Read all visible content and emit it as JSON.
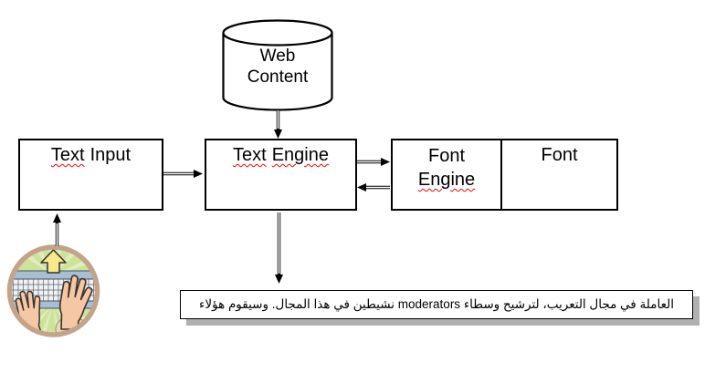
{
  "nodes": {
    "web_content": {
      "line1": "Web",
      "line2": "Content"
    },
    "text_input": {
      "word1": "Text",
      "word2": "Input"
    },
    "text_engine": {
      "word1": "Text",
      "word2": "Engine"
    },
    "font_engine": {
      "line1": "Font",
      "line2": "Engine"
    },
    "font": {
      "label": "Font"
    }
  },
  "output_box": {
    "text": "العاملة في مجال التعريب، لترشيح وسطاء moderators نشيطين في هذا المجال. وسيقوم هؤلاء"
  },
  "icons": {
    "input_device": "hands-typing-on-keyboard-clipart"
  },
  "colors": {
    "box_border": "#000000",
    "spellcheck_underline": "#ff0000",
    "output_shadow": "#b0b0b0",
    "clipart_ring": "#c3a48b",
    "clipart_green": "#cde29b",
    "clipart_rays": "#e2edbb",
    "clipart_keyboard_bar": "#a9bdd3",
    "clipart_keys": "#f0f1f2",
    "clipart_arrow_yellow": "#f7e98c",
    "clipart_hand": "#f5c7a4",
    "clipart_arm": "#ead9bf"
  }
}
